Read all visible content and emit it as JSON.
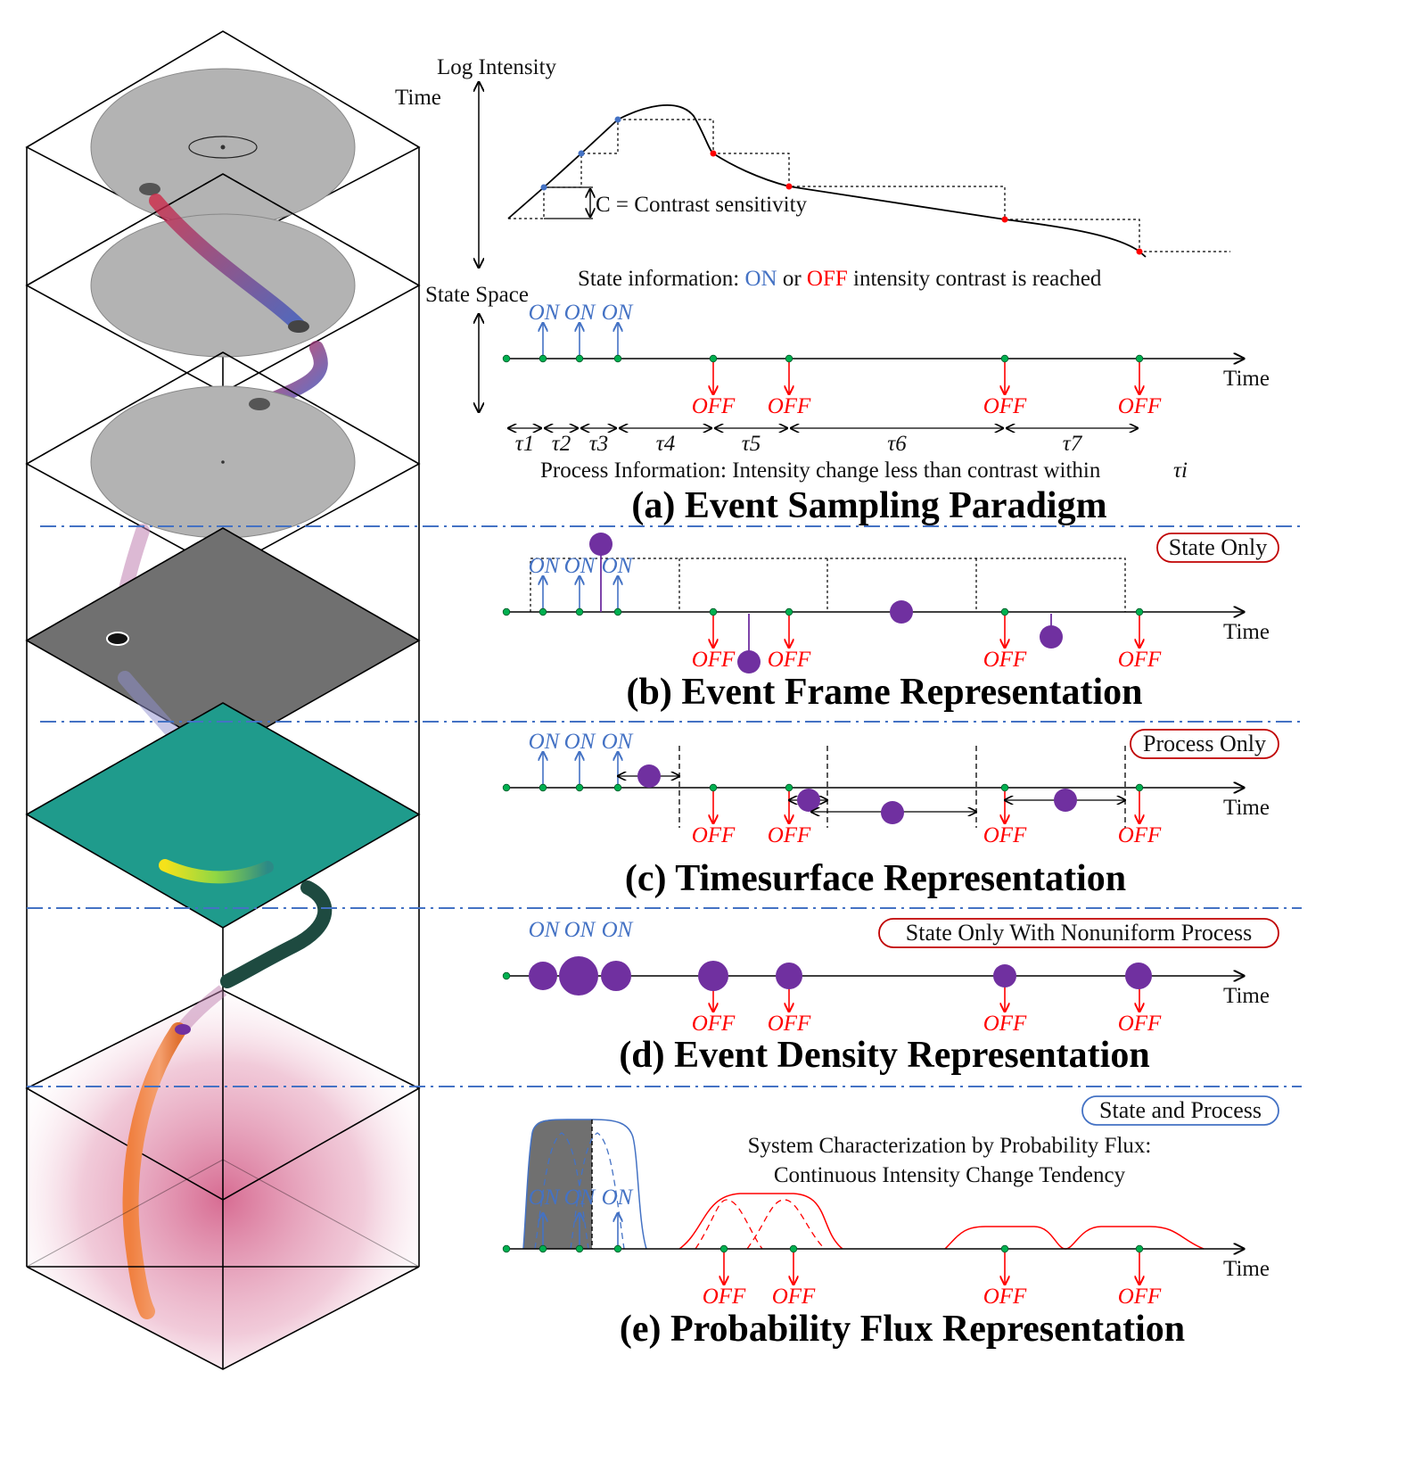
{
  "left_axis": {
    "time_label": "Time",
    "log_intensity_label": "Log Intensity",
    "state_space_label": "State Space"
  },
  "panel_a": {
    "contrast_label": "C = Contrast sensitivity",
    "state_info_prefix": "State information: ",
    "state_info_on": "ON",
    "state_info_mid": " or ",
    "state_info_off": "OFF",
    "state_info_suffix": " intensity contrast is reached",
    "tau_labels": [
      "τ1",
      "τ2",
      "τ3",
      "τ4",
      "τ5",
      "τ6",
      "τ7"
    ],
    "process_info": "Process Information: Intensity change less than contrast within",
    "process_info_symbol": "τi",
    "title": "(a) Event Sampling Paradigm"
  },
  "panel_b": {
    "tag": "State Only",
    "title": "(b) Event Frame Representation"
  },
  "panel_c": {
    "tag": "Process Only",
    "title": "(c) Timesurface Representation"
  },
  "panel_d": {
    "tag": "State Only With Nonuniform Process",
    "title": "(d) Event Density Representation"
  },
  "panel_e": {
    "tag": "State and Process",
    "desc_line1": "System Characterization by Probability Flux:",
    "desc_line2": "Continuous Intensity Change Tendency",
    "title": "(e) Probability Flux Representation"
  },
  "events": {
    "on_label": "ON",
    "off_label": "OFF",
    "time_label": "Time"
  },
  "colors": {
    "on": "#4472c4",
    "off": "#ff0000",
    "blob": "#7030a0",
    "node": "#00b050",
    "divider": "#4472c4",
    "teal_plane": "#1f9b8c",
    "dark_plane": "#707070"
  }
}
